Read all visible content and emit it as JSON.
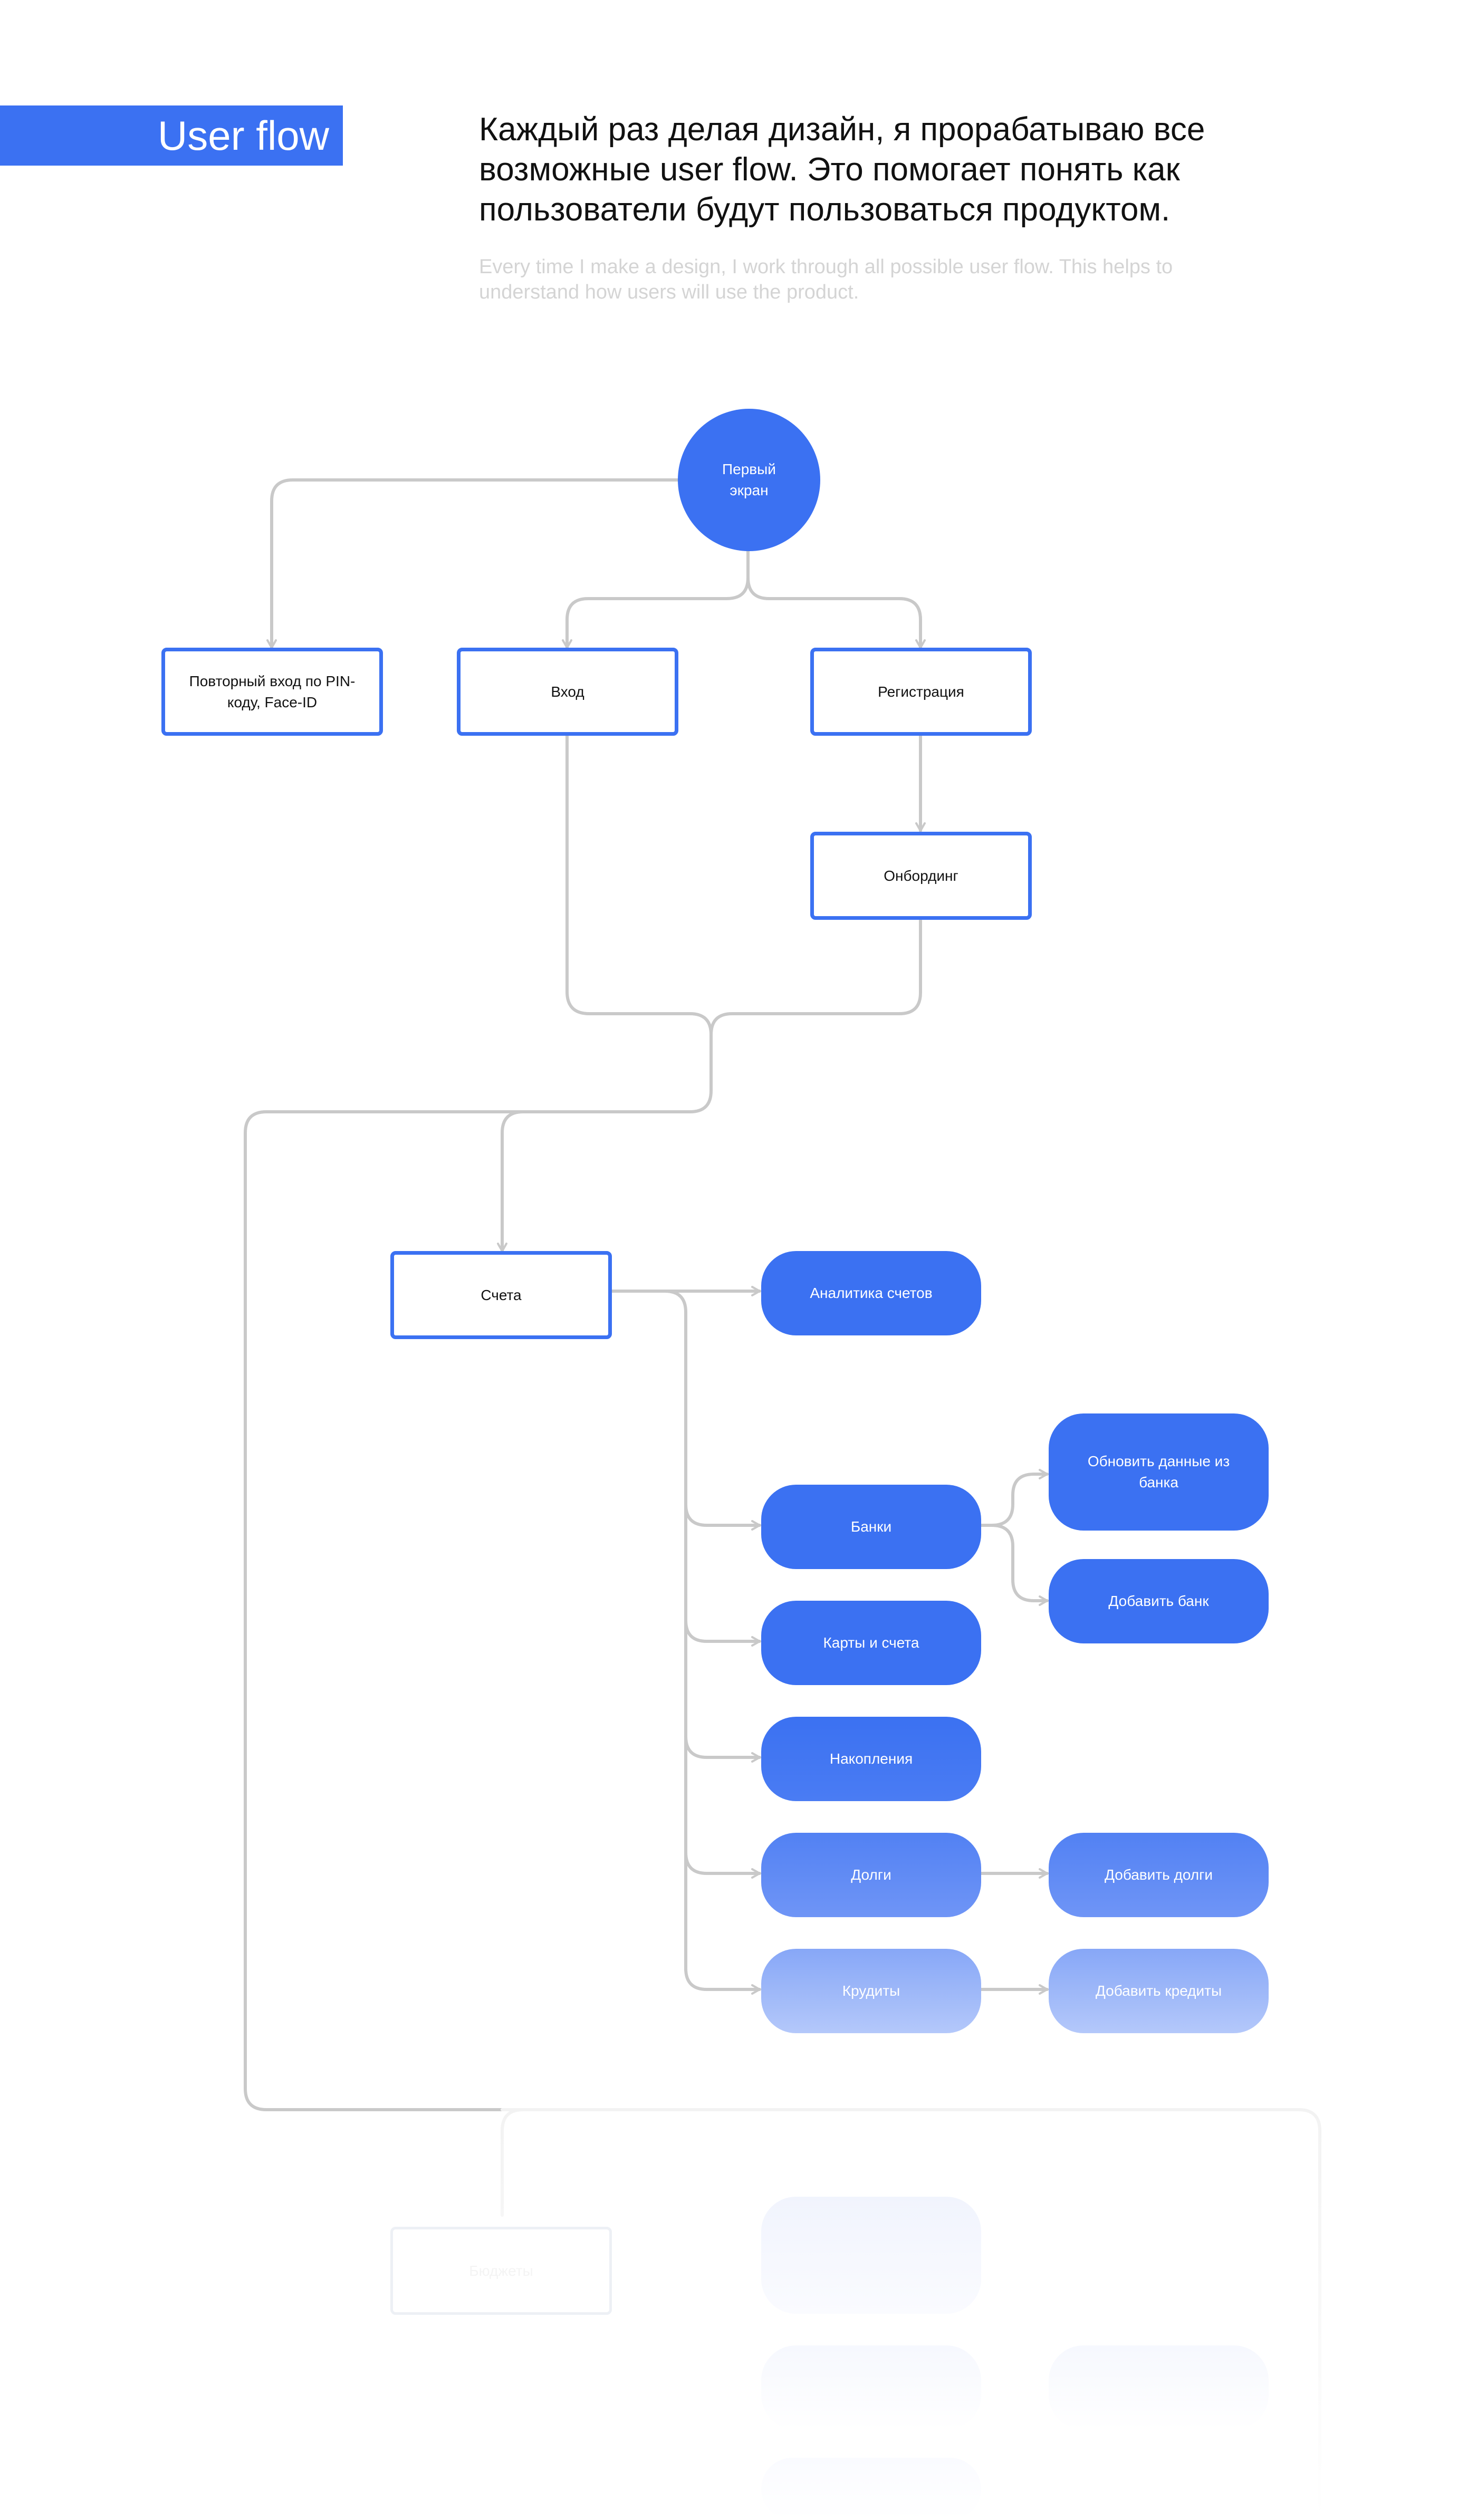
{
  "header": {
    "section_label": "User flow",
    "headline": "Каждый раз делая дизайн, я прорабатываю все возможные user flow. Это помогает понять как пользователи будут пользоваться продуктом.",
    "subtext": "Every time I make a design, I work through all possible user flow. This helps to understand how users will use the product."
  },
  "colors": {
    "accent": "#3b71f2",
    "connector": "#c9c9c9",
    "subtext": "#d4d4d4"
  },
  "flow": {
    "first_screen": "Первый экран",
    "pin_login": "Повторный вход по PIN-коду, Face-ID",
    "login": "Вход",
    "registration": "Регистрация",
    "onboarding": "Онбординг",
    "accounts": "Счета",
    "analytics": "Аналитика счетов",
    "banks": "Банки",
    "update_bank_data": "Обновить данные из банка",
    "add_bank": "Добавить банк",
    "cards_accounts": "Карты и счета",
    "savings": "Накопления",
    "debts": "Долги",
    "add_debts": "Добавить долги",
    "credits": "Крудиты",
    "add_credits": "Добавить кредиты",
    "faded_label": "Бюджеты"
  }
}
